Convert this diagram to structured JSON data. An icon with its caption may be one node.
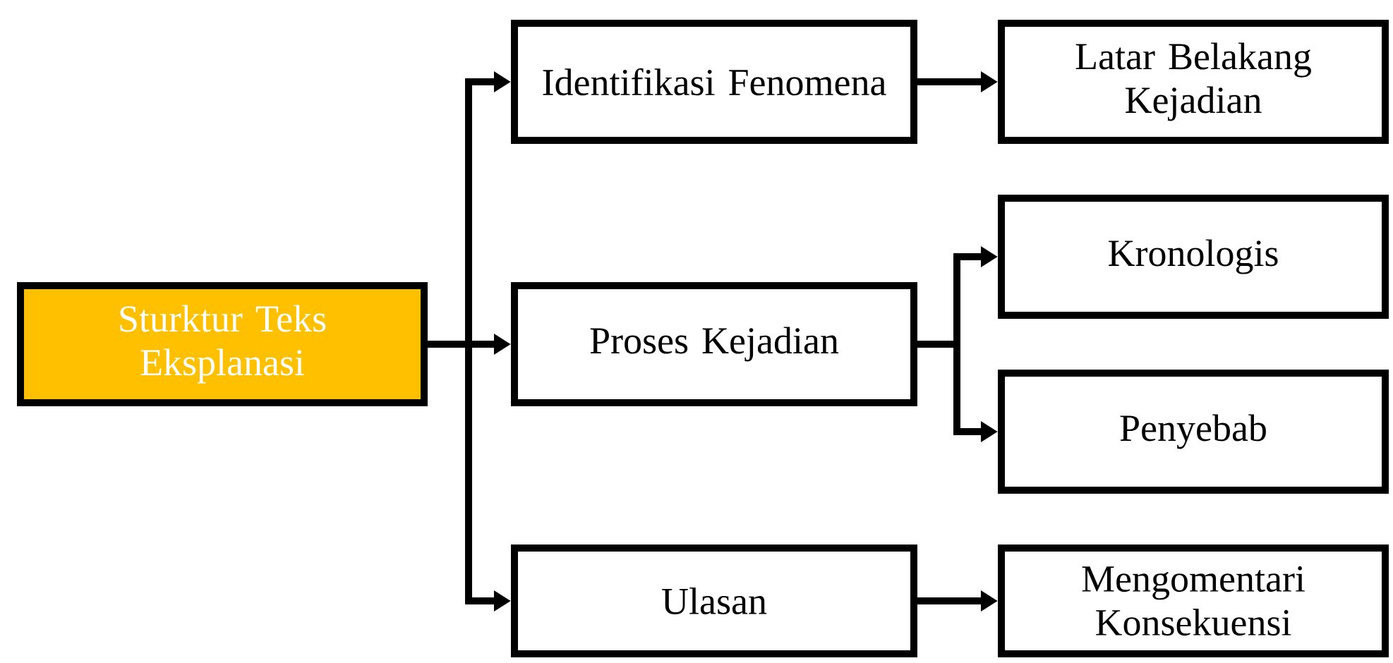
{
  "diagram": {
    "nodes": [
      {
        "text": [
          "Sturktur Teks Eksplanasi"
        ]
      },
      {
        "text": [
          "Identifikasi Fenomena"
        ]
      },
      {
        "text": [
          "Latar Belakang Kejadian"
        ]
      },
      {
        "text": [
          "Proses Kejadian"
        ]
      },
      {
        "text": [
          "Kronologis"
        ]
      },
      {
        "text": [
          "Penyebab"
        ]
      },
      {
        "text": [
          "Ulasan"
        ]
      },
      {
        "text": [
          "Mengomentari Konsekuensi"
        ]
      }
    ],
    "edges": [
      {
        "from": 0,
        "to": 1,
        "arrow": "to"
      },
      {
        "from": 0,
        "to": 3,
        "arrow": "to"
      },
      {
        "from": 0,
        "to": 6,
        "arrow": "to"
      },
      {
        "from": 1,
        "to": 2,
        "arrow": "to"
      },
      {
        "from": 3,
        "to": 4,
        "arrow": "to"
      },
      {
        "from": 3,
        "to": 5,
        "arrow": "to"
      },
      {
        "from": 6,
        "to": 7,
        "arrow": "to"
      }
    ]
  }
}
